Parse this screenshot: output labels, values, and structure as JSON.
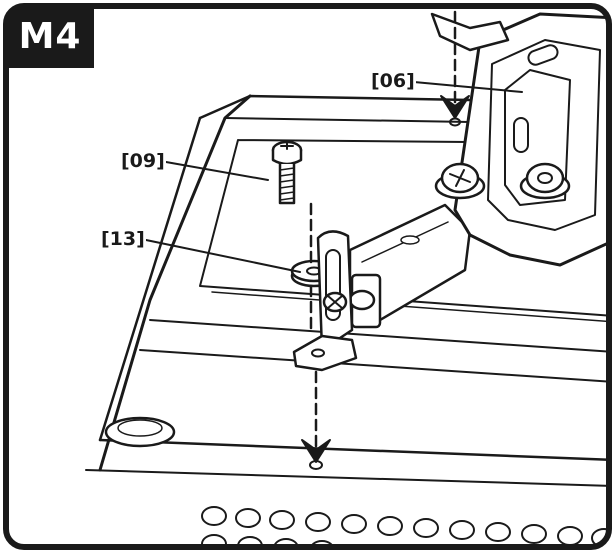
{
  "step_label": "M4",
  "callouts": {
    "part_06": "[06]",
    "part_09": "[09]",
    "part_13": "[13]"
  },
  "colors": {
    "ink": "#1a1a1a",
    "frame": "#1a1a1a",
    "background": "#ffffff"
  }
}
